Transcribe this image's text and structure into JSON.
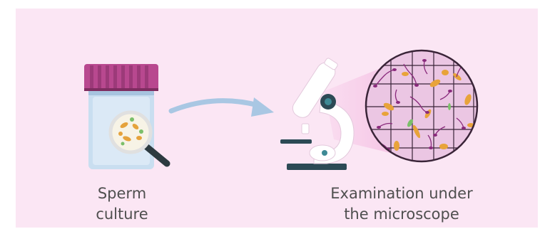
{
  "labels": {
    "culture_line1": "Sperm",
    "culture_line2": "culture",
    "exam_line1": "Examination under",
    "exam_line2": "the microscope"
  },
  "icons": [
    "specimen-jar-icon",
    "magnifier-icon",
    "arrow-icon",
    "microscope-icon",
    "microscope-view-icon"
  ],
  "colors": {
    "background": "#fbe6f4",
    "jar_lid": "#b8488f",
    "jar_body": "#c5dcef",
    "arrow": "#a9c7e3",
    "microscope": "#ffffff",
    "microscope_dark": "#2c4a55",
    "view_bg": "#ebc6e3",
    "sperm": "#8a2a7c",
    "cells": "#e8a33a"
  }
}
